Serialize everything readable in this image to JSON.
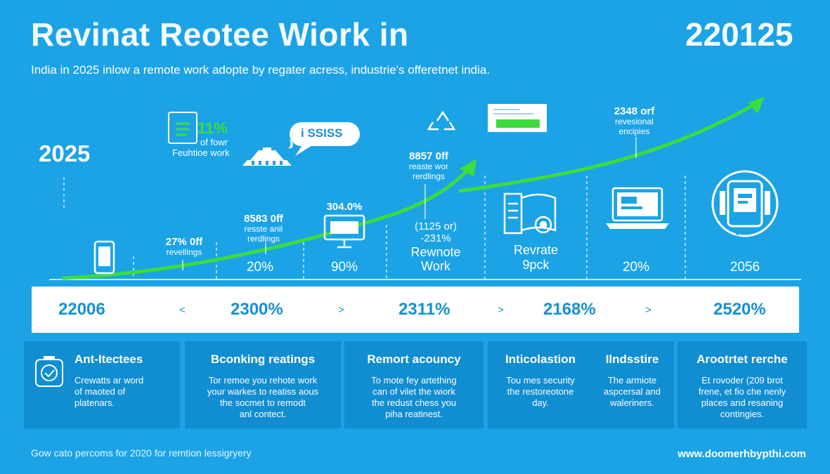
{
  "header": {
    "title": "Revinat Reotee Wiork  in",
    "year": "220125",
    "subtitle": "India in 2025 inlow a remote work adopte by regater acress, industrie's offeretnet india."
  },
  "year_marker": "2025",
  "stats": {
    "s1_big": "11%",
    "s1_small1": "of fowr",
    "s1_small2": "Feuhtioe work",
    "bubble": "i  SSISS",
    "s2_big": "27% 0ff",
    "s2_small": "revellings",
    "s3_big": "8583 0ff",
    "s3_small1": "resste anil",
    "s3_small2": "rerdlings",
    "s3_pct": "20%",
    "s4_big": "304.0%",
    "s4_pct": "90%",
    "s5_big": "8857 0ff",
    "s5_small1": "reaste wor",
    "s5_small2": "rerdlings",
    "s6_line1": "(1125 or)",
    "s6_line2": "-231%",
    "s6_line3": "Rewnote",
    "s6_line4": "Work",
    "s7_line1": "Revrate",
    "s7_line2": "9pck",
    "s8_big": "2348 orf",
    "s8_small1": "revesional",
    "s8_small2": "encipies",
    "s8_pct": "20%",
    "s9_pct": "2056"
  },
  "band": {
    "values": [
      "22006",
      "2300%",
      "2311%",
      "2168%",
      "2520%"
    ],
    "arrows": [
      "<",
      ">",
      ">",
      ">"
    ]
  },
  "cards": [
    {
      "title": "Ant-Itectees",
      "text": [
        "Crewatts ar word",
        "of maoted of",
        "platenars."
      ]
    },
    {
      "title": "Bconking reatings",
      "text": [
        "Tor remoe you rehote work",
        "your warkes to reatiss aous",
        "the socmet to remodt",
        "anl contect."
      ]
    },
    {
      "title": "Remort acouncy",
      "text": [
        "To mote fey artething",
        "can of vilet the wiork",
        "the redust chess you",
        "piha reatinest."
      ]
    },
    {
      "title": "Inticolastion",
      "text": [
        "Tou mes security",
        "the restoreotone",
        "day."
      ]
    },
    {
      "title": "Ilndsstire",
      "text": [
        "The armiote",
        "aspcersal and",
        "waleriners."
      ]
    },
    {
      "title": "Arootrtet rerche",
      "text": [
        "Et rovoder (209 brot",
        "frene, et fio che nenly",
        "places and resaning",
        "contingies."
      ]
    }
  ],
  "footer": {
    "note": "Gow cato percoms for 2020 for remtion lessigryery",
    "url": "www.doomerhbypthi.com"
  },
  "colors": {
    "background": "#1ba3e6",
    "accent_green": "#3ddc3d",
    "band_text": "#1690d2",
    "card_bg": "#118dd2"
  },
  "icons": [
    "phone-icon",
    "building-icon",
    "speech-bubble-icon",
    "monitor-icon",
    "recycle-icon",
    "browser-window-icon",
    "document-gear-icon",
    "laptop-icon",
    "tablet-icon",
    "clipboard-icon"
  ]
}
